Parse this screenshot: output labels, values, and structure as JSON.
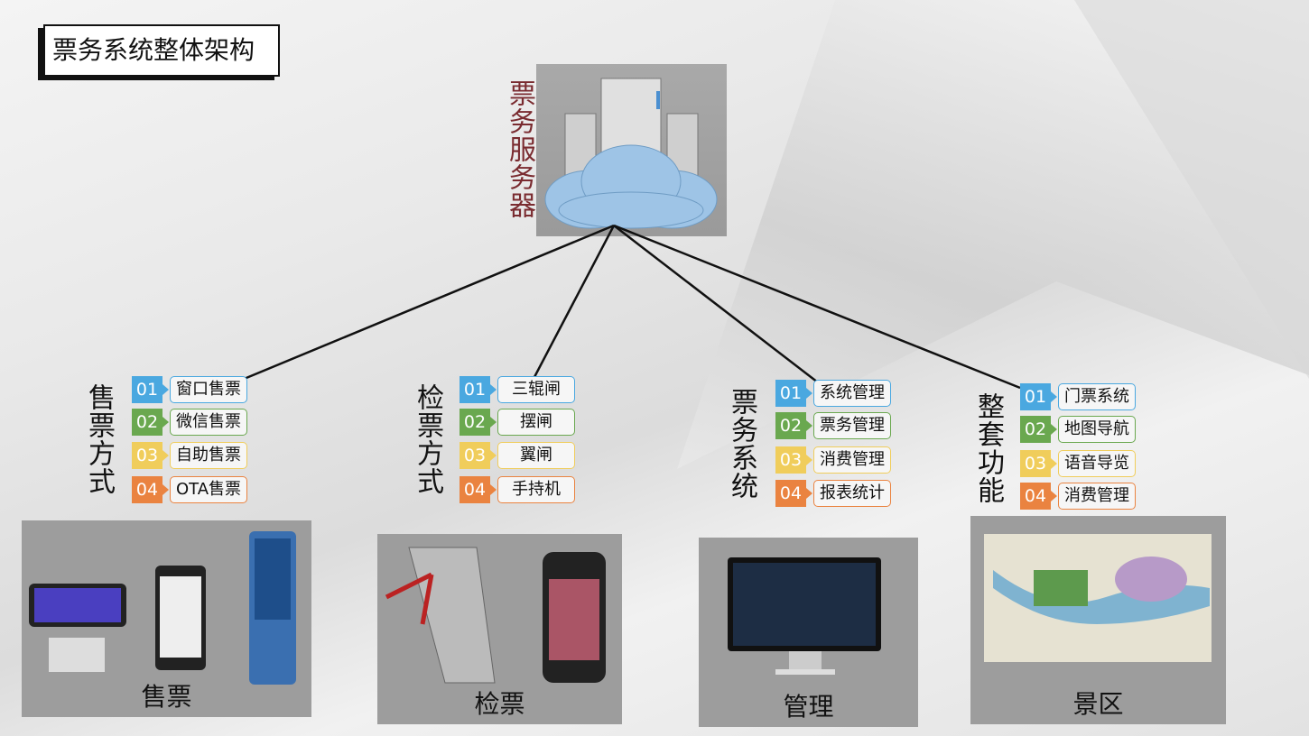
{
  "title": "票务系统整体架构",
  "server_label": "票务服务器",
  "colors": [
    "#4aa8e0",
    "#6aa84f",
    "#f0cd5b",
    "#ea8340"
  ],
  "groups": [
    {
      "label": "售票方式",
      "items": [
        {
          "num": "01",
          "text": "窗口售票"
        },
        {
          "num": "02",
          "text": "微信售票"
        },
        {
          "num": "03",
          "text": "自助售票"
        },
        {
          "num": "04",
          "text": "OTA售票"
        }
      ]
    },
    {
      "label": "检票方式",
      "items": [
        {
          "num": "01",
          "text": "三辊闸"
        },
        {
          "num": "02",
          "text": "摆闸"
        },
        {
          "num": "03",
          "text": "翼闸"
        },
        {
          "num": "04",
          "text": "手持机"
        }
      ]
    },
    {
      "label": "票务系统",
      "items": [
        {
          "num": "01",
          "text": "系统管理"
        },
        {
          "num": "02",
          "text": "票务管理"
        },
        {
          "num": "03",
          "text": "消费管理"
        },
        {
          "num": "04",
          "text": "报表统计"
        }
      ]
    },
    {
      "label": "整套功能",
      "items": [
        {
          "num": "01",
          "text": "门票系统"
        },
        {
          "num": "02",
          "text": "地图导航"
        },
        {
          "num": "03",
          "text": "语音导览"
        },
        {
          "num": "04",
          "text": "消费管理"
        }
      ]
    }
  ],
  "panels": [
    "售票",
    "检票",
    "管理",
    "景区"
  ]
}
